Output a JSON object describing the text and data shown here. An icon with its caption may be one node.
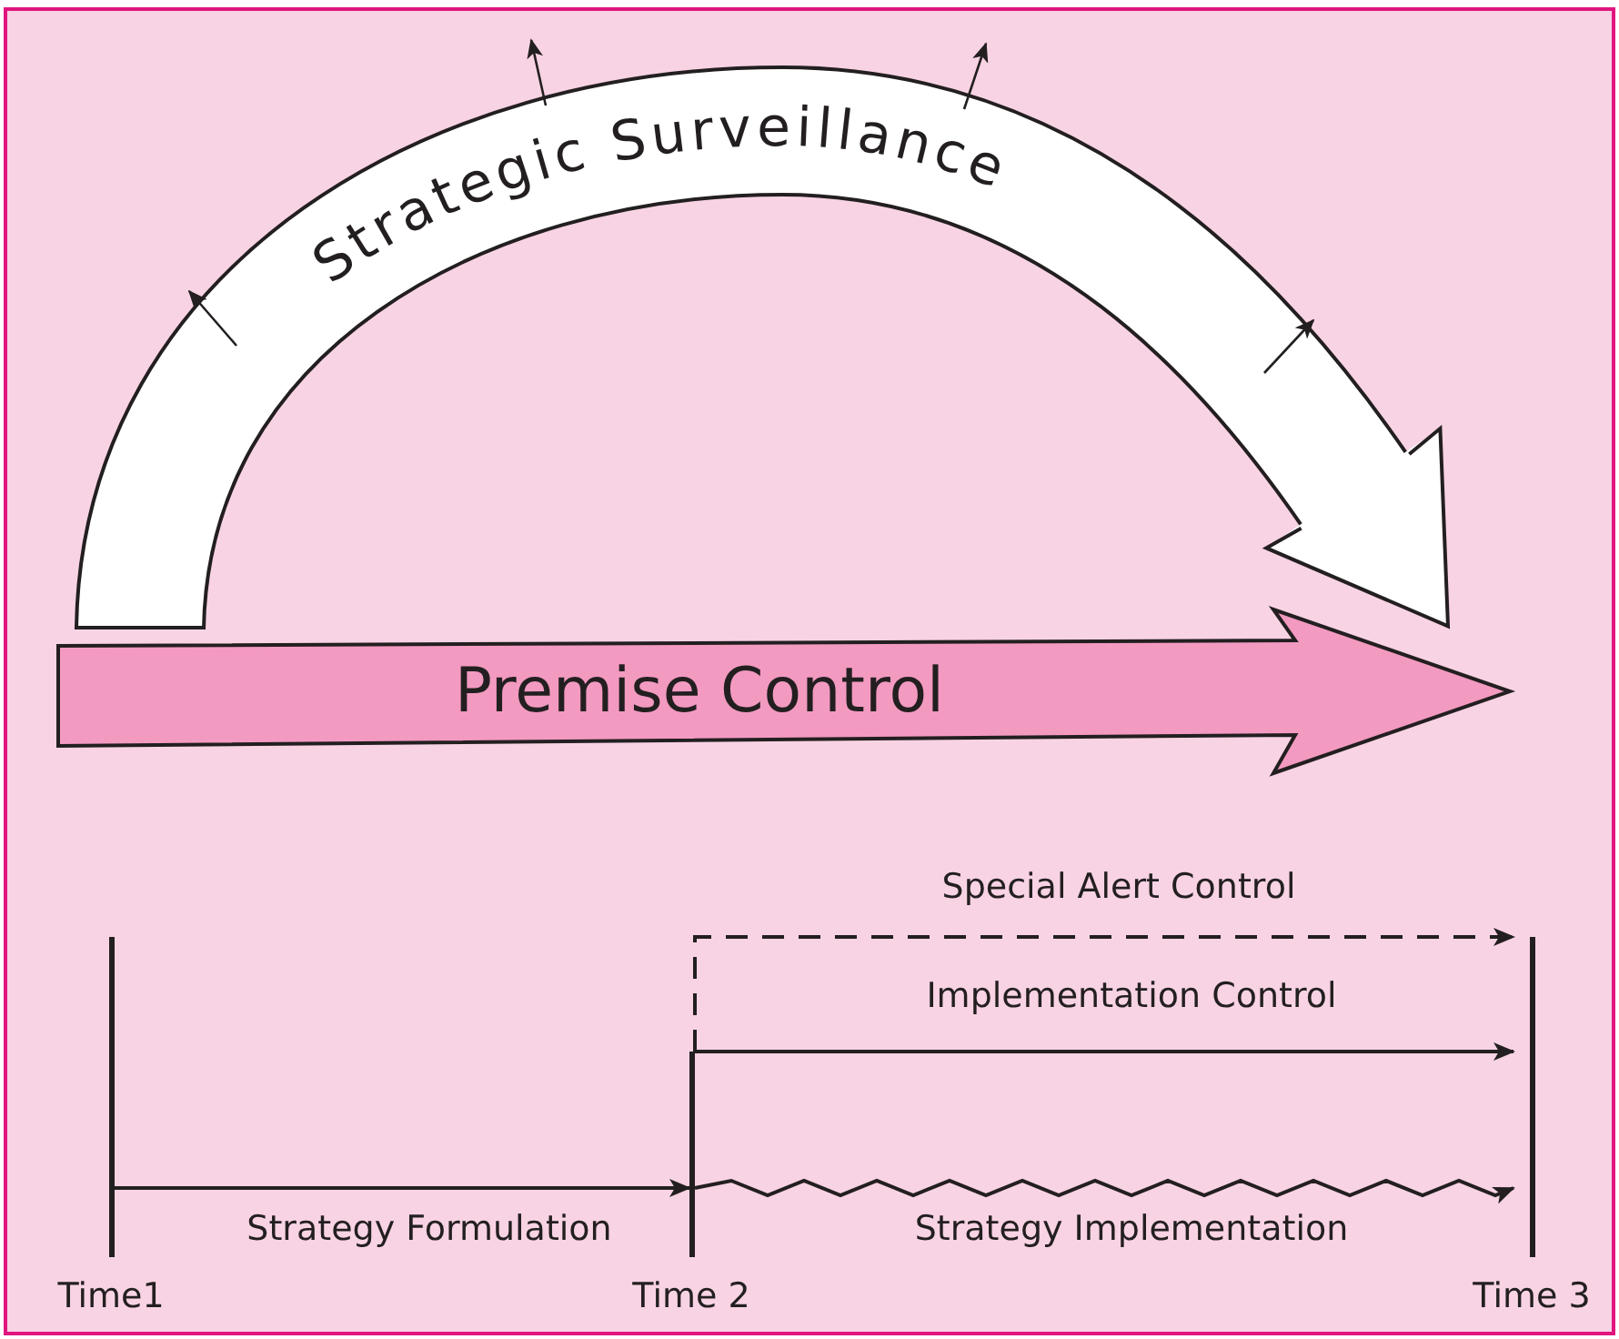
{
  "diagram": {
    "nodes": [
      {
        "text": [
          "Strategic Surveillance"
        ]
      },
      {
        "text": [
          "Premise Control"
        ]
      },
      {
        "text": [
          "Time1"
        ]
      },
      {
        "text": [
          "Time 2"
        ]
      },
      {
        "text": [
          "Time 3"
        ]
      }
    ],
    "edges": [
      {
        "from": 2,
        "to": 3,
        "arrow": "to",
        "label": "Strategy Formulation"
      },
      {
        "from": 3,
        "to": 4,
        "arrow": "to",
        "label": "Strategy Implementation"
      },
      {
        "from": 3,
        "to": 4,
        "arrow": "to",
        "label": "Implementation Control"
      },
      {
        "from": 3,
        "to": 4,
        "arrow": "to",
        "label": "Special Alert Control",
        "style": "dashed"
      }
    ]
  }
}
